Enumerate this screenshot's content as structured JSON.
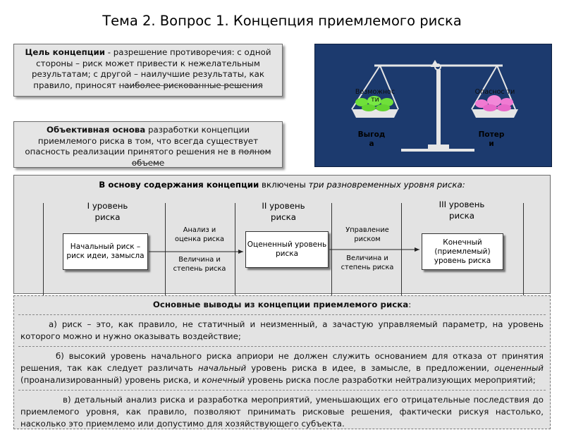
{
  "title": "Тема 2. Вопрос 1. Концепция приемлемого риска",
  "goal": {
    "bold": "Цель концепции",
    "text": " - разрешение противоречия: с одной стороны – риск может привести к нежелательным результатам; с другой – наилучшие результаты, как правило, приносят",
    "last": "наиболее рискованные решения"
  },
  "basis": {
    "bold": "Объективная основа",
    "text": " разработки концепции приемлемого риска в том, что всегда существует опасность реализации принятого решения не в",
    "last": "полном объеме"
  },
  "scales": {
    "left_label": "Возможнос ти",
    "right_label": "Опаснос ти",
    "left_bottom": "Выгод а",
    "right_bottom": "Потер и",
    "colors": {
      "bg": "#1c3a6e",
      "green": "#6fe03a",
      "pink": "#f07ad2"
    }
  },
  "levels": {
    "heading_bold": "В основу содержания концепции",
    "heading_text": " включены ",
    "heading_italic": "три разновременных уровня риска:",
    "titles": [
      "I уровень риска",
      "II уровень риска",
      "III уровень риска"
    ],
    "boxes": [
      "Начальный риск – риск идеи, замысла",
      "Оцененный уровень риска",
      "Конечный (приемлемый) уровень риска"
    ],
    "t1_top": "Анализ и оценка риска",
    "t1_bottom": "Величина и степень риска",
    "t2_top": "Управление риском",
    "t2_bottom": "Величина и степень риска"
  },
  "conclusions": {
    "heading": "Основные выводы из концепции приемлемого риска",
    "colon": ":",
    "a": "а) риск – это, как правило, не статичный и неизменный, а зачастую управляемый параметр, на уровень которого можно и нужно оказывать воздействие;",
    "b1": "б) высокий уровень начального риска априори не должен служить основанием для отказа от принятия решения, так как следует различать ",
    "b_i1": "начальный",
    "b2": " уровень риска в идее, в замысле, в предложении, ",
    "b_i2": "оцененный",
    "b3": " (проанализированный) уровень риска, и ",
    "b_i3": "конечный",
    "b4": " уровень риска после разработки нейтрализующих мероприятий;",
    "c": "в) детальный анализ риска и разработка мероприятий, уменьшающих его отрицательные последствия до приемлемого уровня, как правило, позволяют принимать рисковые решения, фактически рискуя настолько, насколько это приемлемо или допустимо для хозяйствующего субъекта."
  }
}
